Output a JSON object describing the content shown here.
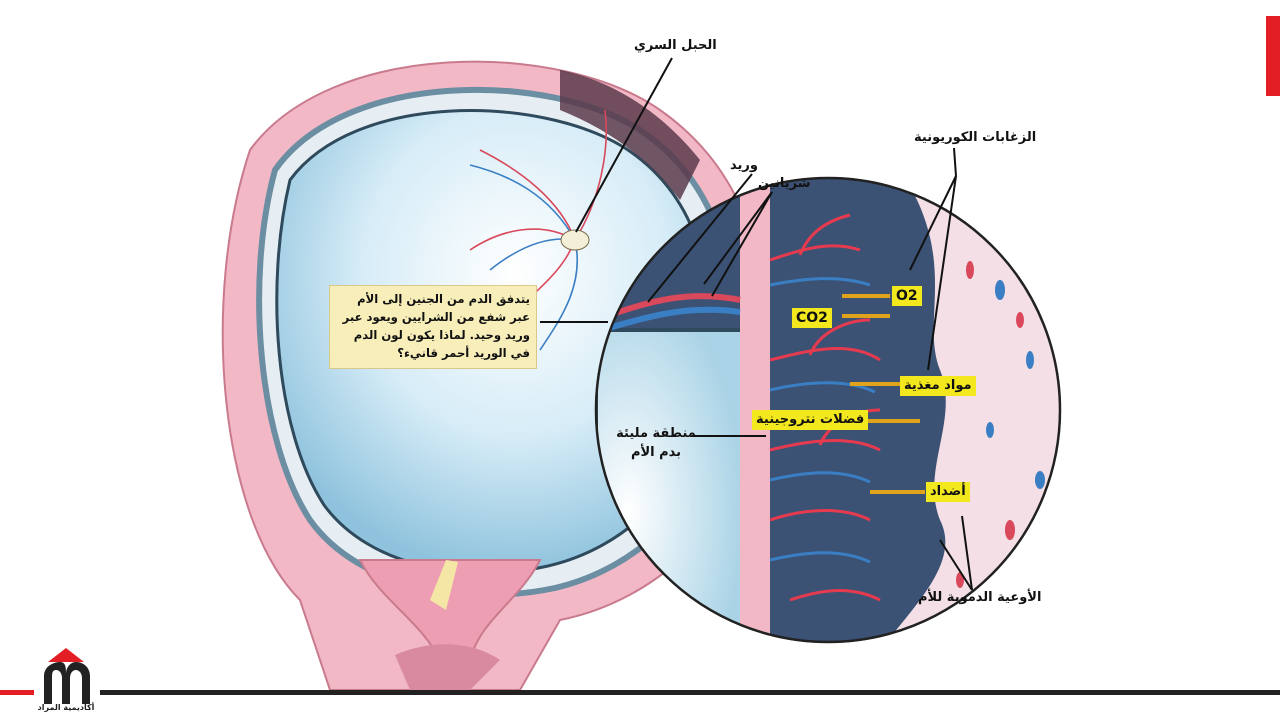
{
  "labels": {
    "umbilical_cord": "الحبل السري",
    "vein": "وريد",
    "arteries": "شريانين",
    "chorionic_villi": "الزغابات الكوريونية",
    "maternal_blood_area": "منطقة مليئة بدم الأم",
    "maternal_vessels": "الأوعية الدموية للأم"
  },
  "exchange_tags": {
    "o2": "O2",
    "co2": "CO2",
    "nutrients": "مواد مغذية",
    "nitrogen_waste": "فضلات نتروجينية",
    "antibodies": "أضداد"
  },
  "callout": {
    "text": "يتدفق الدم من الجنين إلى الأم عبر شفع من الشرايين ويعود عبر وريد وحيد. لماذا يكون لون الدم في الوريد أحمر قانيء؟"
  },
  "logo": {
    "caption": "أكاديمية المراد"
  },
  "colors": {
    "accent_red": "#e31e24",
    "tag_yellow": "#f3e71d",
    "callout_bg": "#f7eeba",
    "uterus_pink": "#f2b8c6",
    "amniotic_blue": "#bfe0f0",
    "maternal_blood": "#3b5275"
  }
}
